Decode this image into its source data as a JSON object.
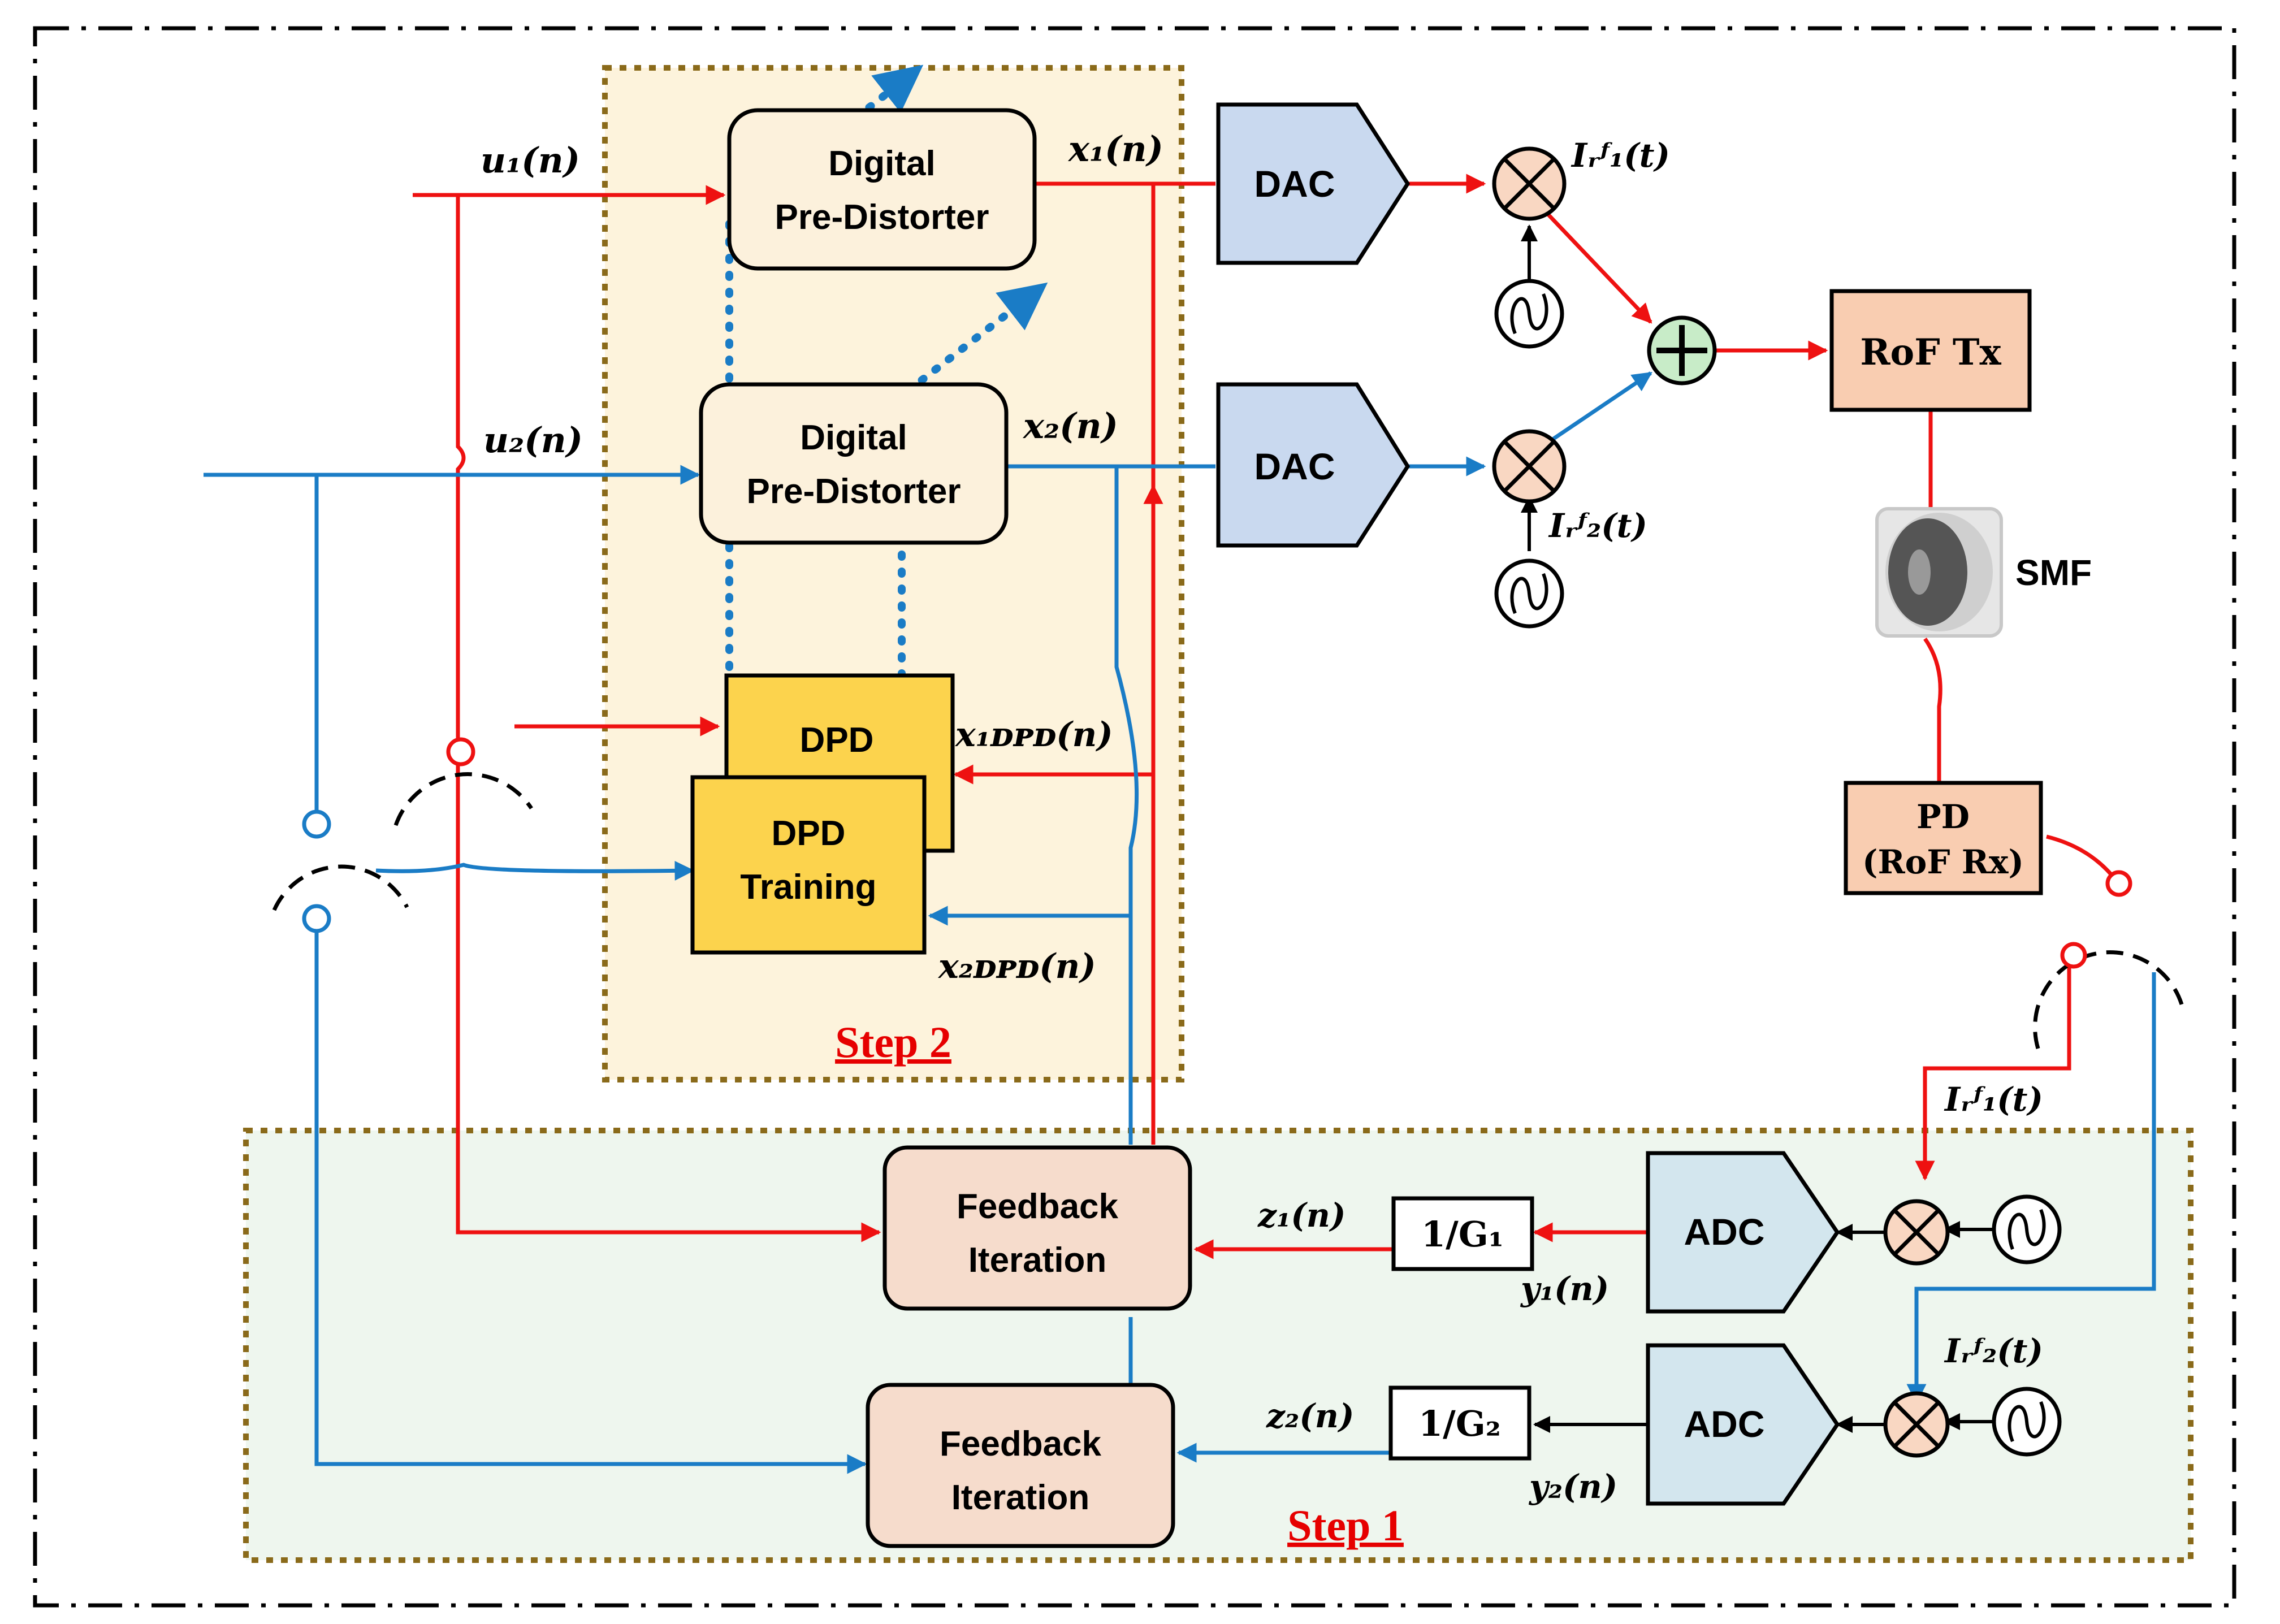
{
  "colors": {
    "red": "#ee1111",
    "blue": "#1a7cc6",
    "dpd_fill": "#fcd34d",
    "step2_bg": "#fdf3dc",
    "step1_bg": "#eef6ee",
    "dac_fill": "#c9d9ef",
    "adc_fill": "#d3e6ee",
    "rof_fill": "#f9cdb1",
    "fb_fill": "#f6dccc",
    "dp_fill": "#fcf1dc",
    "combiner_fill": "#c8ecc8",
    "mixer_fill": "#f9d7c2",
    "dotted_border": "#8a6a1a"
  },
  "blocks": {
    "dpd1": {
      "line1": "Digital",
      "line2": "Pre-Distorter"
    },
    "dpd2": {
      "line1": "Digital",
      "line2": "Pre-Distorter"
    },
    "dpd_back": "DPD",
    "dpd_training": {
      "line1": "DPD",
      "line2": "Training"
    },
    "dac1": "DAC",
    "dac2": "DAC",
    "rof_tx": "RoF Tx",
    "smf": "SMF",
    "pd": {
      "line1": "PD",
      "line2": "(RoF Rx)"
    },
    "adc1": "ADC",
    "adc2": "ADC",
    "fb1": {
      "line1": "Feedback",
      "line2": "Iteration"
    },
    "fb2": {
      "line1": "Feedback",
      "line2": "Iteration"
    },
    "gain1": "1/G₁",
    "gain2": "1/G₂"
  },
  "labels": {
    "u1": "u₁(n)",
    "u2": "u₂(n)",
    "x1": "x₁(n)",
    "x2": "x₂(n)",
    "x1dpd": "x₁ᴅᴘᴅ(n)",
    "x2dpd": "x₂ᴅᴘᴅ(n)",
    "irf1_top": "Iᵣᶠ₁(t)",
    "irf2_top": "Iᵣᶠ₂(t)",
    "irf1_bot": "Iᵣᶠ₁(t)",
    "irf2_bot": "Iᵣᶠ₂(t)",
    "z1": "z₁(n)",
    "z2": "z₂(n)",
    "y1": "y₁(n)",
    "y2": "y₂(n)"
  },
  "steps": {
    "step1": "Step 1",
    "step2": "Step 2"
  },
  "icons": {
    "oscillator": "sine-wave-icon",
    "mixer": "multiplier-icon",
    "combiner": "plus-icon",
    "fiber": "fiber-spool-icon"
  }
}
